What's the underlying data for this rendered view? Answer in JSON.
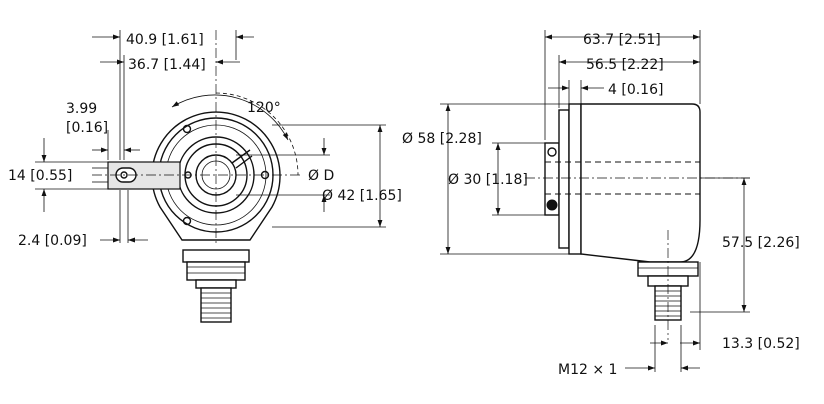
{
  "front_view": {
    "dim_overall_width": "40.9 [1.61]",
    "dim_mount_width": "36.7 [1.44]",
    "dim_slot_offset": "3.99",
    "dim_slot_offset_in": "[0.16]",
    "dim_angle": "120°",
    "dim_slot_height": "14 [0.55]",
    "dim_shaft_bore": "Ø D",
    "dim_bolt_circle": "Ø 42 [1.65]",
    "dim_slot_thickness": "2.4 [0.09]"
  },
  "side_view": {
    "dim_total_length": "63.7 [2.51]",
    "dim_body_length": "56.5 [2.22]",
    "dim_flange_thickness": "4 [0.16]",
    "dim_body_diameter": "Ø 58 [2.28]",
    "dim_hub_diameter": "Ø 30 [1.18]",
    "dim_connector_height": "57.5 [2.26]",
    "dim_connector_offset": "13.3 [0.52]",
    "dim_thread": "M12 × 1"
  }
}
